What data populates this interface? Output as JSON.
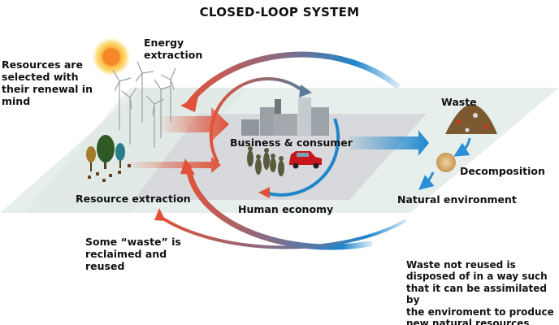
{
  "title": "CLOSED-LOOP SYSTEM",
  "labels": {
    "energy_extraction": "Energy\nextraction",
    "resources_selected": "Resources are\nselected with\ntheir renewal in\nmind",
    "business_consumer": "Business & consumer",
    "human_economy": "Human economy",
    "resource_extraction": "Resource extraction",
    "waste": "Waste",
    "decomposition": "Decomposition",
    "natural_environment": "Natural environment",
    "some_waste_reclaimed": "Some “waste” is\nreclaimed and\nreused",
    "waste_not_reused": "Waste not reused is\ndisposed of in a way such\nthat it can be assimilated by\nthe enviroment to produce\nnew natural resources"
  },
  "colors": {
    "input_red": "#e0533a",
    "output_blue": "#1f86cc",
    "plane": "#e7efec",
    "economy_band": "#d7d9dc",
    "sun_core": "#f7882a",
    "sun_glow": "#fbd35a",
    "car": "#c8161d",
    "people": "#5a5a3c",
    "buildings": "#8f969c"
  }
}
